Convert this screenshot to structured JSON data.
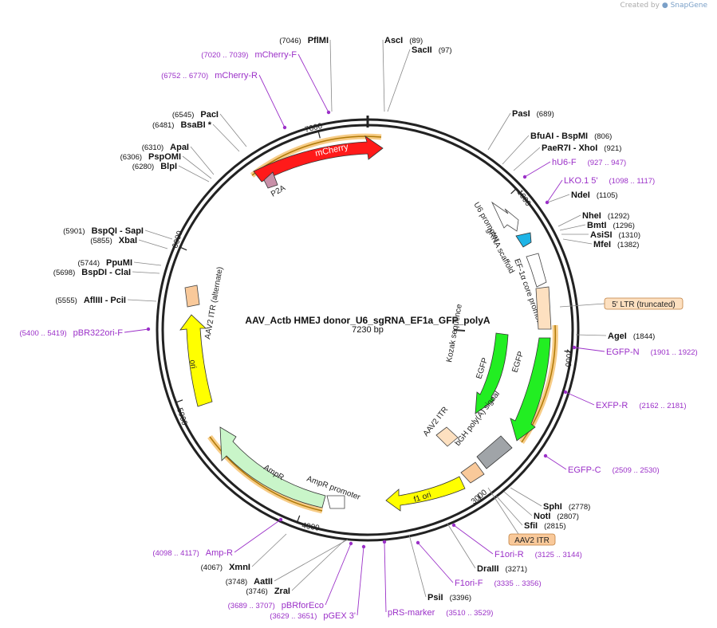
{
  "brand": {
    "created_by": "Created by",
    "app": "SnapGene"
  },
  "plasmid": {
    "name": "AAV_Actb HMEJ donor_U6_sgRNA_EF1a_GFP_polyA",
    "length_label": "7230 bp"
  },
  "ticks": [
    "1000",
    "2000",
    "3000",
    "4000",
    "5000",
    "6000",
    "7000"
  ],
  "sites": [
    {
      "name": "PflMI",
      "pos": "(7046)"
    },
    {
      "name": "AscI",
      "pos": "(89)"
    },
    {
      "name": "SacII",
      "pos": "(97)"
    },
    {
      "name": "PasI",
      "pos": "(689)"
    },
    {
      "name": "BfuAI - BspMI",
      "pos": "(806)"
    },
    {
      "name": "PaeR7I - XhoI",
      "pos": "(921)"
    },
    {
      "name": "NdeI",
      "pos": "(1105)"
    },
    {
      "name": "NheI",
      "pos": "(1292)"
    },
    {
      "name": "BmtI",
      "pos": "(1296)"
    },
    {
      "name": "AsiSI",
      "pos": "(1310)"
    },
    {
      "name": "MfeI",
      "pos": "(1382)"
    },
    {
      "name": "AgeI",
      "pos": "(1844)"
    },
    {
      "name": "SphI",
      "pos": "(2778)"
    },
    {
      "name": "NotI",
      "pos": "(2807)"
    },
    {
      "name": "SfiI",
      "pos": "(2815)"
    },
    {
      "name": "DraIII",
      "pos": "(3271)"
    },
    {
      "name": "PsiI",
      "pos": "(3396)"
    },
    {
      "name": "ZraI",
      "pos": "(3746)"
    },
    {
      "name": "AatII",
      "pos": "(3748)"
    },
    {
      "name": "XmnI",
      "pos": "(4067)"
    },
    {
      "name": "AflIII - PciI",
      "pos": "(5555)"
    },
    {
      "name": "BspDI - ClaI",
      "pos": "(5698)"
    },
    {
      "name": "PpuMI",
      "pos": "(5744)"
    },
    {
      "name": "XbaI",
      "pos": "(5855)"
    },
    {
      "name": "BspQI - SapI",
      "pos": "(5901)"
    },
    {
      "name": "BlpI",
      "pos": "(6280)"
    },
    {
      "name": "PspOMI",
      "pos": "(6306)"
    },
    {
      "name": "ApaI",
      "pos": "(6310)"
    },
    {
      "name": "BsaBI *",
      "pos": "(6481)"
    },
    {
      "name": "PacI",
      "pos": "(6545)"
    }
  ],
  "primers": [
    {
      "name": "mCherry-F",
      "range": "(7020 .. 7039)"
    },
    {
      "name": "mCherry-R",
      "range": "(6752 .. 6770)"
    },
    {
      "name": "hU6-F",
      "range": "(927 .. 947)"
    },
    {
      "name": "LKO.1 5'",
      "range": "(1098 .. 1117)"
    },
    {
      "name": "EGFP-N",
      "range": "(1901 .. 1922)"
    },
    {
      "name": "EXFP-R",
      "range": "(2162 .. 2181)"
    },
    {
      "name": "EGFP-C",
      "range": "(2509 .. 2530)"
    },
    {
      "name": "F1ori-R",
      "range": "(3125 .. 3144)"
    },
    {
      "name": "F1ori-F",
      "range": "(3335 .. 3356)"
    },
    {
      "name": "pRS-marker",
      "range": "(3510 .. 3529)"
    },
    {
      "name": "pGEX 3'",
      "range": "(3629 .. 3651)"
    },
    {
      "name": "pBRforEco",
      "range": "(3689 .. 3707)"
    },
    {
      "name": "Amp-R",
      "range": "(4098 .. 4117)"
    },
    {
      "name": "pBR322ori-F",
      "range": "(5400 .. 5419)"
    }
  ],
  "features": {
    "mcherry": "mCherry",
    "p2a": "P2A",
    "u6": "U6 promoter",
    "grna": "gRNA scaffold",
    "ef1a": "EF-1α core promoter",
    "ltr": "5' LTR (truncated)",
    "egfp_outer": "EGFP",
    "egfp_inner": "EGFP",
    "kozak": "Kozak sequence",
    "aav2itr_inner": "AAV2 ITR",
    "bgh": "bGH poly(A) signal",
    "aav2itr_box": "AAV2 ITR",
    "f1ori": "f1 ori",
    "amp_promoter": "AmpR promoter",
    "ampr": "AmpR",
    "ori": "ori",
    "aav2itr_alt": "AAV2 ITR (alternate)"
  },
  "colors": {
    "backbone": "#222222",
    "enzyme_line": "#888888",
    "primer": "#9b30c8",
    "mcherry": "#ff1a1a",
    "egfp": "#22ee22",
    "ampr": "#c9f5c9",
    "ori": "#ffff00",
    "itr": "#f9c99a",
    "ltr": "#fde0c0",
    "u6": "#ffffff",
    "grna": "#1eb4e6",
    "bgh": "#a0a4a8",
    "p2a": "#c890a8",
    "orf": "#c7900a"
  }
}
